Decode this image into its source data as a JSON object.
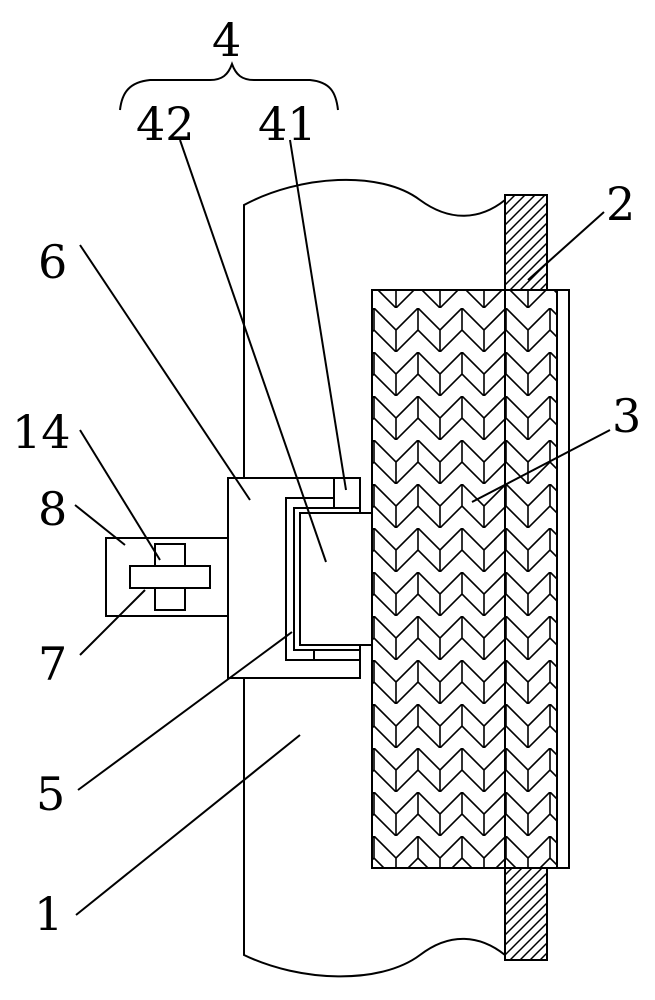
{
  "labels": {
    "l4": "4",
    "l42": "42",
    "l41": "41",
    "l2": "2",
    "l6": "6",
    "l3": "3",
    "l14": "14",
    "l8": "8",
    "l7": "7",
    "l5": "5",
    "l1": "1"
  }
}
